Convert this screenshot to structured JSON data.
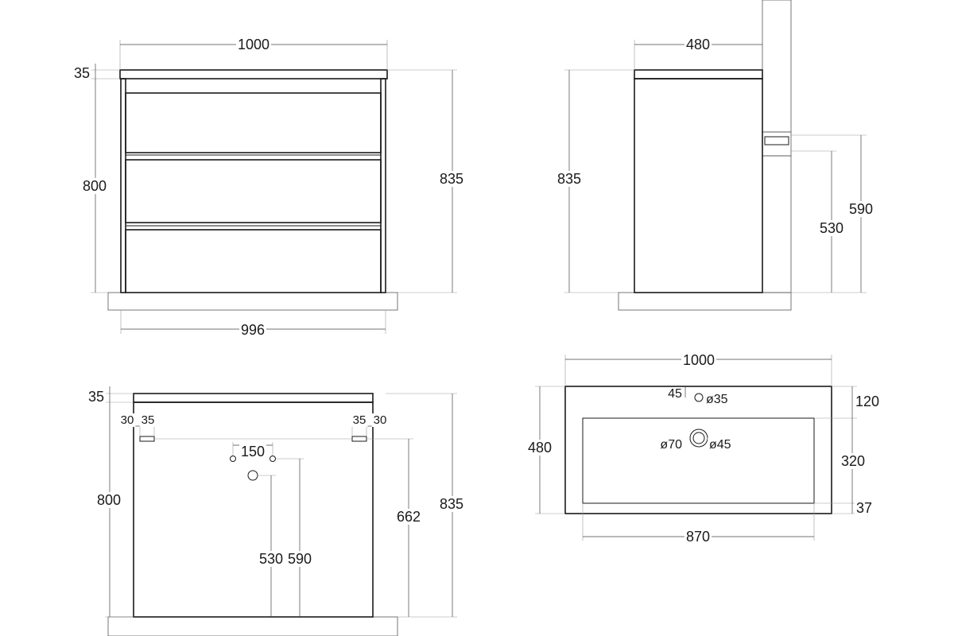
{
  "front_view": {
    "width_top": "1000",
    "top_thickness": "35",
    "body_height": "800",
    "total_height": "835",
    "width_bottom": "996"
  },
  "side_view": {
    "depth": "480",
    "total_height": "835",
    "drain_height": "530",
    "supply_height": "590"
  },
  "back_view": {
    "top_thickness": "35",
    "left_edge_offset": "30",
    "left_bracket_width": "35",
    "right_bracket_width": "35",
    "right_edge_offset": "30",
    "supply_spacing": "150",
    "body_height": "800",
    "total_height": "835",
    "bracket_height": "662",
    "drain_height": "530",
    "supply_height": "590"
  },
  "top_view": {
    "width": "1000",
    "depth": "480",
    "tap_offset": "45",
    "tap_hole": "ø35",
    "rear_margin": "120",
    "bowl_depth": "320",
    "front_margin": "37",
    "bowl_width": "870",
    "drain_outer": "ø70",
    "drain_inner": "ø45"
  }
}
